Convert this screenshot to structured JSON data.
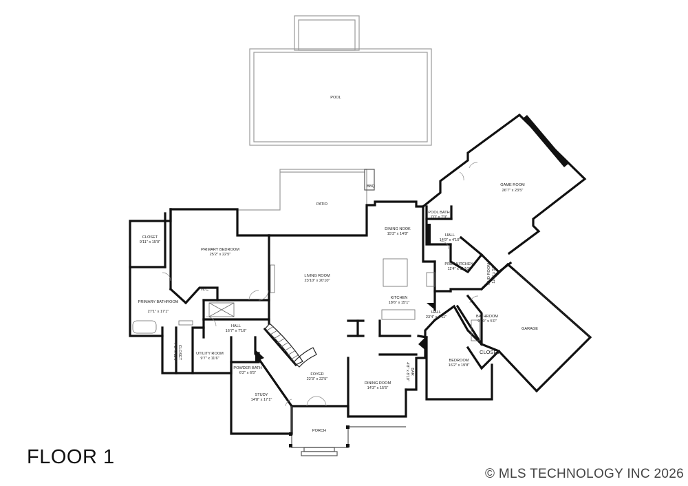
{
  "floor_label": "FLOOR 1",
  "copyright": "© MLS TECHNOLOGY INC 2026",
  "rooms": {
    "pool": {
      "name": "POOL",
      "dim": ""
    },
    "patio": {
      "name": "PATIO",
      "dim": ""
    },
    "bbq": {
      "name": "BBQ",
      "dim": ""
    },
    "game_room": {
      "name": "GAME ROOM",
      "dim": "26'7\" x 23'5\""
    },
    "pool_bath": {
      "name": "POOL BATH",
      "dim": "7'0\" x 7'0\""
    },
    "hall_upper": {
      "name": "HALL",
      "dim": "14'9\" x 4'10\""
    },
    "dining_nook": {
      "name": "DINING NOOK",
      "dim": "15'3\" x 14'8\""
    },
    "prep_kitchen": {
      "name": "PREP KITCHEN",
      "dim": "11'4\" x 11'10\""
    },
    "mud_room": {
      "name": "MUD ROOM",
      "dim": "12'2\" x 5'8\""
    },
    "closet_left": {
      "name": "CLOSET",
      "dim": "9'11\" x 15'0\""
    },
    "primary_bedroom": {
      "name": "PRIMARY BEDROOM",
      "dim": "25'2\" x 22'5\""
    },
    "living_room": {
      "name": "LIVING ROOM",
      "dim": "23'10\" x 20'10\""
    },
    "kitchen": {
      "name": "KITCHEN",
      "dim": "18'6\" x 15'1\""
    },
    "wc": {
      "name": "W.C.",
      "dim": ""
    },
    "primary_bathroom": {
      "name": "PRIMARY BATHROOM",
      "dim": "27'1\" x 17'1\""
    },
    "hall_left": {
      "name": "HALL",
      "dim": "16'7\" x 7'10\""
    },
    "hall_right": {
      "name": "HALL",
      "dim": "23'4\" x 6'11\""
    },
    "bathroom": {
      "name": "BATHROOM",
      "dim": "9'10\" x 5'0\""
    },
    "garage": {
      "name": "GARAGE",
      "dim": ""
    },
    "closet_small": {
      "name": "CLOSET",
      "dim": "7'8\" x 11'0\""
    },
    "utility_room": {
      "name": "UTILITY ROOM",
      "dim": "9'7\" x 11'6\""
    },
    "closet_bed": {
      "name": "CLOSET",
      "dim": ""
    },
    "bedroom": {
      "name": "BEDROOM",
      "dim": "16'2\" x 19'8\""
    },
    "bar": {
      "name": "BAR",
      "dim": "4'8\" x 8'10\""
    },
    "powder_bath": {
      "name": "POWDER BATH",
      "dim": "6'2\" x 6'5\""
    },
    "foyer": {
      "name": "FOYER",
      "dim": "22'3\" x 22'5\""
    },
    "dining_room": {
      "name": "DINING ROOM",
      "dim": "14'3\" x 15'5\""
    },
    "study": {
      "name": "STUDY",
      "dim": "14'8\" x 17'1\""
    },
    "porch": {
      "name": "PORCH",
      "dim": ""
    }
  }
}
